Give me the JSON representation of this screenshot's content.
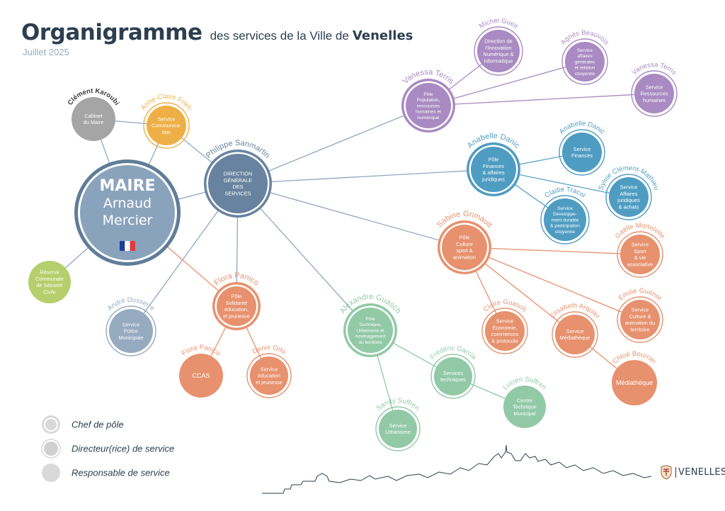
{
  "header": {
    "title": "Organigramme",
    "title_mid": "des services de la Ville de",
    "title_city": "Venelles",
    "subtitle": "Juillet 2025"
  },
  "logo": {
    "text": "VENELLES"
  },
  "colors": {
    "dark": "#2d3f4f",
    "maire": "#8aa3bc",
    "maire_ring": "#5f7d99",
    "dgs": "#68839f",
    "grey": "#a5a5a5",
    "yellow": "#eeb046",
    "purple": "#a98ac2",
    "blue": "#4f9cc2",
    "salmon": "#e7916e",
    "green": "#92c9a6",
    "lime": "#b4cf6b",
    "steel": "#96aac0",
    "line_blue": "#8fa7bf",
    "line_purple": "#a98ac2",
    "line_blue2": "#5aa3c8",
    "line_salmon": "#e7916e",
    "line_green": "#92c9a6"
  },
  "nodes": [
    {
      "id": "maire",
      "name": "",
      "lines": [
        "MAIRE",
        "Arnaud",
        "Mercier"
      ],
      "color": "maire",
      "level": "maire"
    },
    {
      "id": "dgs",
      "name": "Philippe Sanmartin",
      "lines": [
        "DIRECTION",
        "GÉNÉRALE",
        "DES",
        "SERVICES"
      ],
      "color": "dgs",
      "level": "chef"
    },
    {
      "id": "cabinet",
      "name": "Clément Karoubi",
      "lines": [
        "Cabinet",
        "du Maire"
      ],
      "color": "grey",
      "level": "resp"
    },
    {
      "id": "communication",
      "name": "Anne-Claire Frieh",
      "lines": [
        "Service",
        "Communica-",
        "tion"
      ],
      "color": "yellow",
      "level": "dir"
    },
    {
      "id": "reserve",
      "name": "",
      "lines": [
        "Réserve",
        "Communale",
        "de Sécurité",
        "Civile"
      ],
      "color": "lime",
      "level": "resp"
    },
    {
      "id": "police",
      "name": "André Dusserre",
      "lines": [
        "Service",
        "Police",
        "Municipale"
      ],
      "color": "steel",
      "level": "dir"
    },
    {
      "id": "pole_pop",
      "name": "Vanessa Terris",
      "lines": [
        "Pôle",
        "Population,",
        "ressources",
        "humaines et",
        "numérique"
      ],
      "color": "purple",
      "level": "chef"
    },
    {
      "id": "innov",
      "name": "Michel Gueit",
      "lines": [
        "Direction de",
        "l'Innovation",
        "Numérique &",
        "Informatique"
      ],
      "color": "purple",
      "level": "dir"
    },
    {
      "id": "affaires_gen",
      "name": "Agnès Beauvois",
      "lines": [
        "Service",
        "affaires",
        "générales",
        "et relation",
        "citoyenne"
      ],
      "color": "purple",
      "level": "dir"
    },
    {
      "id": "rh",
      "name": "Vanessa Terris",
      "lines": [
        "Service",
        "Ressources",
        "humaines"
      ],
      "color": "purple",
      "level": "dir"
    },
    {
      "id": "pole_fin",
      "name": "Anabelle Danic",
      "lines": [
        "Pôle",
        "Finances",
        "& affaires",
        "juridiques"
      ],
      "color": "blue",
      "level": "chef"
    },
    {
      "id": "finances",
      "name": "Anabelle Danic",
      "lines": [
        "Service",
        "Finances"
      ],
      "color": "blue",
      "level": "dir"
    },
    {
      "id": "juridique",
      "name": "Sylvie Clément-Mathieu",
      "lines": [
        "Service",
        "Affaires",
        "juridiques",
        "& achats"
      ],
      "color": "blue",
      "level": "dir"
    },
    {
      "id": "dev_durable",
      "name": "Cladie Tracol",
      "lines": [
        "Service",
        "Développe-",
        "ment durable",
        "& participation",
        "citoyenne"
      ],
      "color": "blue",
      "level": "dir"
    },
    {
      "id": "pole_culture",
      "name": "Sabine Grimault",
      "lines": [
        "Pôle",
        "Culture",
        "sport &",
        "animation"
      ],
      "color": "salmon",
      "level": "chef"
    },
    {
      "id": "sport",
      "name": "Gaëlle Mortelette",
      "lines": [
        "Service",
        "Sport",
        "& vie",
        "associative"
      ],
      "color": "salmon",
      "level": "dir"
    },
    {
      "id": "culture_anim",
      "name": "Emilie Guénot",
      "lines": [
        "Service",
        "Culture &",
        "animation du",
        "territoire"
      ],
      "color": "salmon",
      "level": "dir"
    },
    {
      "id": "mediatheque_srv",
      "name": "Elisabeth Arquier",
      "lines": [
        "Service",
        "Médiathèque"
      ],
      "color": "salmon",
      "level": "dir"
    },
    {
      "id": "eco",
      "name": "Claire Guasch",
      "lines": [
        "Service",
        "Économie,",
        "commerces",
        "& protocole"
      ],
      "color": "salmon",
      "level": "dir"
    },
    {
      "id": "mediatheque",
      "name": "Chloé Bourrier",
      "lines": [
        "Médiathèque"
      ],
      "color": "salmon",
      "level": "resp"
    },
    {
      "id": "pole_solid",
      "name": "Flora Panico",
      "lines": [
        "Pôle",
        "Solidarité",
        "éducation,",
        "et jeunesse"
      ],
      "color": "salmon",
      "level": "chef"
    },
    {
      "id": "ccas",
      "name": "Flora Panico",
      "lines": [
        "CCAS"
      ],
      "color": "salmon",
      "level": "resp"
    },
    {
      "id": "education",
      "name": "Denis Orlo",
      "lines": [
        "Service",
        "éducation",
        "et jeunesse"
      ],
      "color": "salmon",
      "level": "dir"
    },
    {
      "id": "pole_tech",
      "name": "Alexandre Guasch",
      "lines": [
        "Pôle",
        "Technique,",
        "Urbanisme et",
        "Aménagement",
        "du territoire"
      ],
      "color": "green",
      "level": "chef"
    },
    {
      "id": "services_tech",
      "name": "Frédéric Garcia",
      "lines": [
        "Services",
        "techniques"
      ],
      "color": "green",
      "level": "dir"
    },
    {
      "id": "ctm",
      "name": "Lucien Suffren",
      "lines": [
        "Centre",
        "Technique",
        "Municipal"
      ],
      "color": "green",
      "level": "resp"
    },
    {
      "id": "urbanisme",
      "name": "Sandy Suffren",
      "lines": [
        "Service",
        "Urbanisme"
      ],
      "color": "green",
      "level": "dir"
    }
  ],
  "edges": [
    {
      "from": "maire",
      "to": "cabinet",
      "color": "line_blue"
    },
    {
      "from": "maire",
      "to": "communication",
      "color": "line_blue"
    },
    {
      "from": "maire",
      "to": "dgs",
      "color": "line_blue"
    },
    {
      "from": "maire",
      "to": "reserve",
      "color": "line_blue"
    },
    {
      "from": "cabinet",
      "to": "communication",
      "color": "line_blue"
    },
    {
      "from": "communication",
      "to": "dgs",
      "color": "line_blue"
    },
    {
      "from": "dgs",
      "to": "police",
      "color": "line_blue"
    },
    {
      "from": "dgs",
      "to": "pole_solid",
      "color": "line_blue"
    },
    {
      "from": "dgs",
      "to": "pole_pop",
      "color": "line_blue"
    },
    {
      "from": "dgs",
      "to": "pole_fin",
      "color": "line_blue"
    },
    {
      "from": "dgs",
      "to": "pole_culture",
      "color": "line_blue"
    },
    {
      "from": "dgs",
      "to": "pole_tech",
      "color": "line_blue"
    },
    {
      "from": "pole_pop",
      "to": "innov",
      "color": "line_purple"
    },
    {
      "from": "pole_pop",
      "to": "affaires_gen",
      "color": "line_purple"
    },
    {
      "from": "pole_pop",
      "to": "rh",
      "color": "line_purple"
    },
    {
      "from": "pole_fin",
      "to": "finances",
      "color": "line_blue2"
    },
    {
      "from": "pole_fin",
      "to": "juridique",
      "color": "line_blue2"
    },
    {
      "from": "pole_fin",
      "to": "dev_durable",
      "color": "line_blue2"
    },
    {
      "from": "pole_culture",
      "to": "sport",
      "color": "line_salmon"
    },
    {
      "from": "pole_culture",
      "to": "culture_anim",
      "color": "line_salmon"
    },
    {
      "from": "pole_culture",
      "to": "mediatheque_srv",
      "color": "line_salmon"
    },
    {
      "from": "pole_culture",
      "to": "eco",
      "color": "line_salmon"
    },
    {
      "from": "mediatheque_srv",
      "to": "mediatheque",
      "color": "line_salmon"
    },
    {
      "from": "maire",
      "to": "pole_solid",
      "color": "line_salmon"
    },
    {
      "from": "pole_solid",
      "to": "ccas",
      "color": "line_salmon"
    },
    {
      "from": "pole_solid",
      "to": "education",
      "color": "line_salmon"
    },
    {
      "from": "pole_tech",
      "to": "services_tech",
      "color": "line_green"
    },
    {
      "from": "services_tech",
      "to": "ctm",
      "color": "line_green"
    },
    {
      "from": "pole_tech",
      "to": "urbanisme",
      "color": "line_green"
    }
  ],
  "legend": [
    {
      "level": "chef",
      "label": "Chef de pôle"
    },
    {
      "level": "dir",
      "label": "Directeur(rice) de service"
    },
    {
      "level": "resp",
      "label": "Responsable de service"
    }
  ]
}
